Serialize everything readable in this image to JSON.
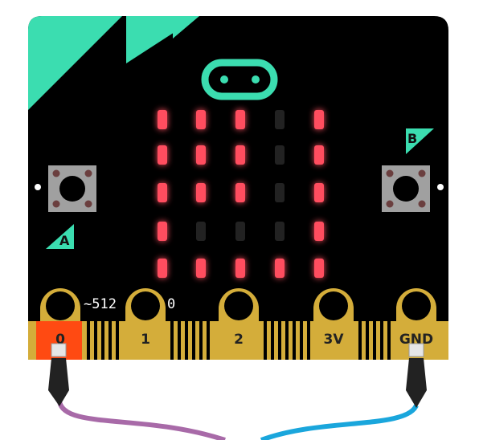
{
  "colors": {
    "board": "#000000",
    "accent": "#3bddb0",
    "gold": "#d4ad3a",
    "pin0_active": "#ff4a12",
    "led_on": "#ff4d5e",
    "led_off": "#222222",
    "wire_left": "#a86aa8",
    "wire_right": "#1aa6dc"
  },
  "buttons": {
    "a_label": "A",
    "b_label": "B"
  },
  "pins": {
    "pin0": "0",
    "pin1": "1",
    "pin2": "2",
    "pin3v": "3V",
    "gnd": "GND"
  },
  "readouts": {
    "pin0_value": "~512",
    "pin1_value": "0"
  },
  "led_matrix": [
    [
      1,
      1,
      1,
      0,
      1
    ],
    [
      1,
      1,
      1,
      0,
      1
    ],
    [
      1,
      1,
      1,
      0,
      1
    ],
    [
      1,
      0,
      0,
      0,
      1
    ],
    [
      1,
      1,
      1,
      1,
      1
    ]
  ],
  "icons": {
    "logo": "microbit-logo-icon",
    "clip": "crocodile-clip-icon"
  }
}
